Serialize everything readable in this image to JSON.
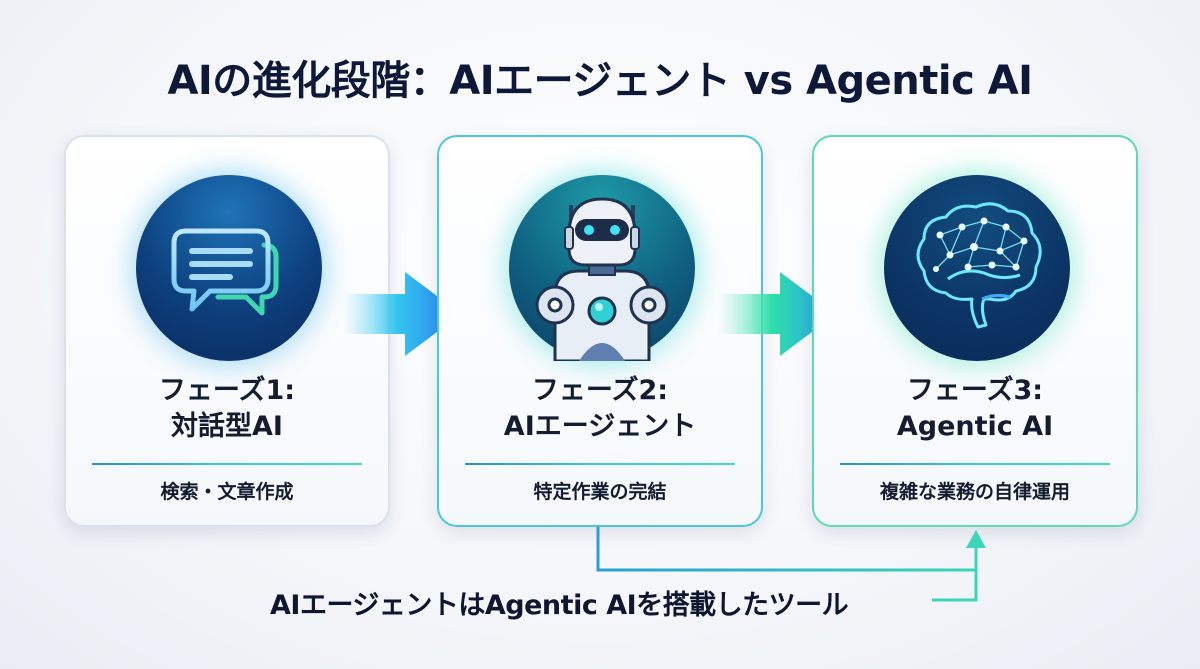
{
  "title": "AIの進化段階：AIエージェント vs Agentic AI",
  "phases": [
    {
      "label_line1": "フェーズ1:",
      "label_line2": "対話型AI",
      "description": "検索・文章作成",
      "icon": "chat-bubbles-icon",
      "border_color": "#d9e1ea"
    },
    {
      "label_line1": "フェーズ2:",
      "label_line2": "AIエージェント",
      "description": "特定作業の完結",
      "icon": "robot-icon",
      "border_color": "#4cc6de"
    },
    {
      "label_line1": "フェーズ3:",
      "label_line2": "Agentic AI",
      "description": "複雑な業務の自律運用",
      "icon": "brain-network-icon",
      "border_color": "#5fd8b8"
    }
  ],
  "arrows": [
    {
      "from": "フェーズ1",
      "to": "フェーズ2",
      "color": "#29b8e8"
    },
    {
      "from": "フェーズ2",
      "to": "フェーズ3",
      "color": "#33d6a8"
    }
  ],
  "connector": {
    "from": "フェーズ2",
    "to": "フェーズ3",
    "note": "AIエージェントはAgentic AIを搭載したツール"
  },
  "colors": {
    "title": "#0e1838",
    "accent_blue": "#2a8fcf",
    "accent_teal": "#3ccfc0",
    "accent_green": "#47d6b2"
  }
}
